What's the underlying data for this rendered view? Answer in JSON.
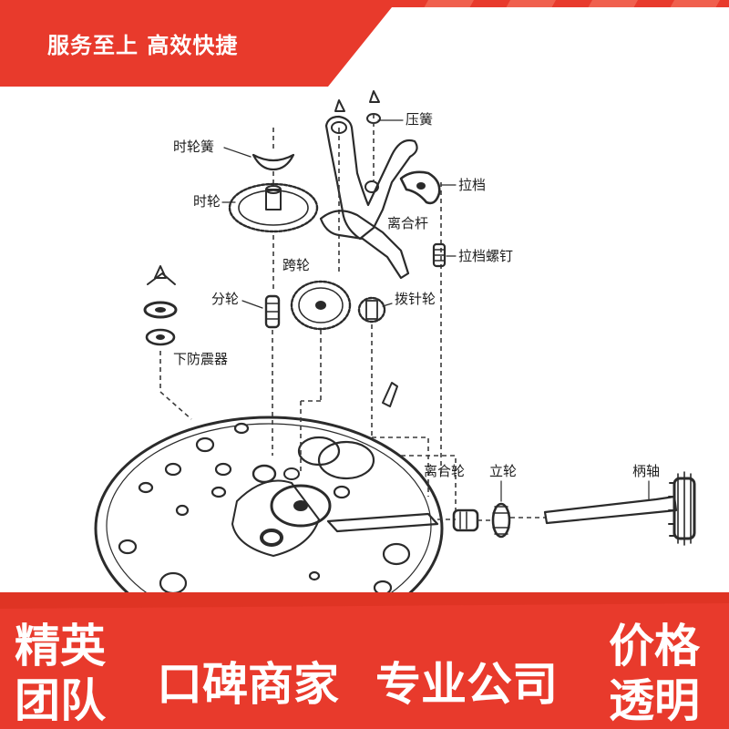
{
  "top_banner": {
    "text": "服务至上 高效快捷",
    "color": "#e83a2c"
  },
  "diagram": {
    "labels": {
      "hour_wheel_spring": "时轮簧",
      "hour_wheel": "时轮",
      "spring": "压簧",
      "pull_lever": "拉档",
      "clutch_lever": "离合杆",
      "pull_lever_screw": "拉档螺钉",
      "cannon_wheel": "跨轮",
      "minute_wheel": "分轮",
      "setting_wheel": "拨针轮",
      "lower_shock": "下防震器",
      "clutch_wheel": "离合轮",
      "crown_wheel": "立轮",
      "stem": "柄轴"
    }
  },
  "bottom_banner": {
    "color": "#e83a2c",
    "left_top": "精英",
    "left_bottom": "团队",
    "middle_1": "口碑商家",
    "middle_2": "专业公司",
    "right_top": "价格",
    "right_bottom": "透明"
  }
}
